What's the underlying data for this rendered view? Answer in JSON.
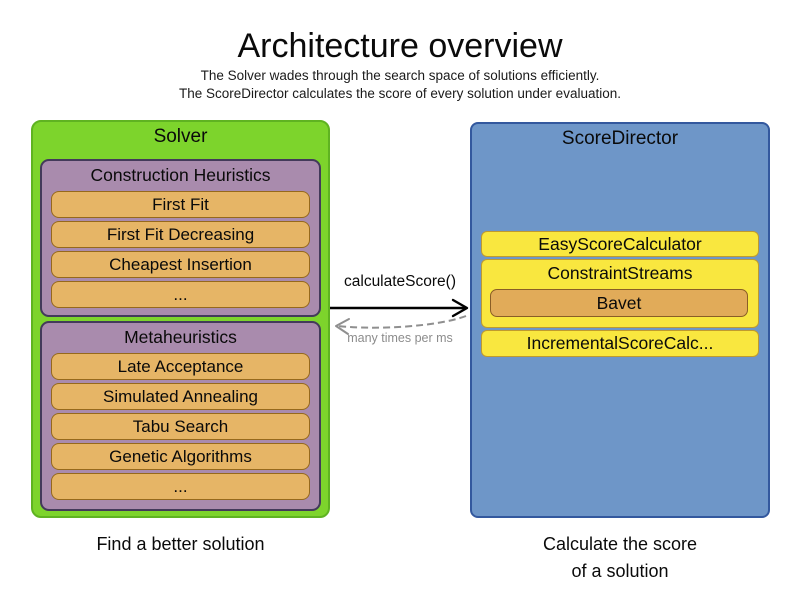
{
  "title": "Architecture overview",
  "subtitle": {
    "line1": "The Solver wades through the search space of solutions efficiently.",
    "line2": "The ScoreDirector calculates the score of every solution under evaluation."
  },
  "solver": {
    "title": "Solver",
    "caption": "Find a better solution",
    "groups": [
      {
        "title": "Construction Heuristics",
        "items": [
          "First Fit",
          "First Fit Decreasing",
          "Cheapest Insertion",
          "..."
        ]
      },
      {
        "title": "Metaheuristics",
        "items": [
          "Late Acceptance",
          "Simulated Annealing",
          "Tabu Search",
          "Genetic Algorithms",
          "..."
        ]
      }
    ]
  },
  "score_director": {
    "title": "ScoreDirector",
    "caption_line1": "Calculate the score",
    "caption_line2": "of a solution",
    "items": {
      "easy": "EasyScoreCalculator",
      "streams": "ConstraintStreams",
      "streams_sub": "Bavet",
      "incremental": "IncrementalScoreCalc..."
    }
  },
  "connection": {
    "call_label": "calculateScore()",
    "frequency_label": "many times per ms"
  },
  "colors": {
    "solver_fill": "#7dd42c",
    "solver_border": "#5fb321",
    "group_fill": "#a98bad",
    "group_border": "#433a5a",
    "algo_fill": "#e6b566",
    "algo_border": "#96691c",
    "director_fill": "#6e96c8",
    "director_border": "#33589e",
    "calc_fill": "#f9e73f",
    "calc_border": "#bf9b2e",
    "bavet_fill": "#e1ab59",
    "bavet_border": "#8a5e26",
    "solid_arrow": "#000000",
    "dashed_arrow": "#8f8f8f",
    "background": "#ffffff"
  }
}
